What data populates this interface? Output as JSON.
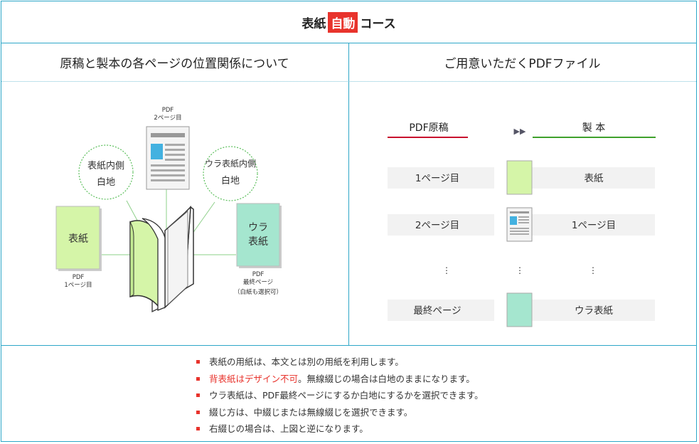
{
  "title": {
    "prefix": "表紙",
    "badge": "自動",
    "suffix": "コース"
  },
  "columns": {
    "left_heading": "原稿と製本の各ページの位置関係について",
    "right_heading": "ご用意いただくPDFファイル"
  },
  "left_diagram": {
    "pdf_page2_label": [
      "PDF",
      "2ページ目"
    ],
    "inner_cover_circle": [
      "表紙内側",
      "白地"
    ],
    "back_inner_circle": [
      "ウラ表紙内側",
      "白地"
    ],
    "front_cover_box": "表紙",
    "front_cover_caption": [
      "PDF",
      "1ページ目"
    ],
    "back_cover_box": [
      "ウラ",
      "表紙"
    ],
    "back_cover_caption": [
      "PDF",
      "最終ページ",
      "（白紙も選択可）"
    ]
  },
  "right_table": {
    "col_pdf": "PDF原稿",
    "arrow": "▶▶",
    "col_bind": "製 本",
    "rows": [
      {
        "pdf": "1ページ目",
        "thumb": "green",
        "bind": "表紙"
      },
      {
        "pdf": "2ページ目",
        "thumb": "page",
        "bind": "1ページ目"
      },
      {
        "pdf": "⋮",
        "thumb": "dots",
        "bind": "⋮"
      },
      {
        "pdf": "最終ページ",
        "thumb": "mint",
        "bind": "ウラ表紙"
      }
    ]
  },
  "notes": [
    {
      "text": "表紙の用紙は、本文とは別の用紙を利用します。"
    },
    {
      "warn": "背表紙はデザイン不可",
      "text": "。無線綴じの場合は白地のままになります。"
    },
    {
      "text": "ウラ表紙は、PDF最終ページにするか白地にするかを選択できます。"
    },
    {
      "text": "綴じ方は、中綴じまたは無線綴じを選択できます。"
    },
    {
      "text": "右綴じの場合は、上図と逆になります。"
    }
  ],
  "colors": {
    "border": "#2ea7c8",
    "accent_red": "#e8332c",
    "cover_green": "#d5f5a8",
    "back_mint": "#a5e6cf",
    "pdf_line": "#c8102e",
    "bind_line": "#3fa12c"
  }
}
